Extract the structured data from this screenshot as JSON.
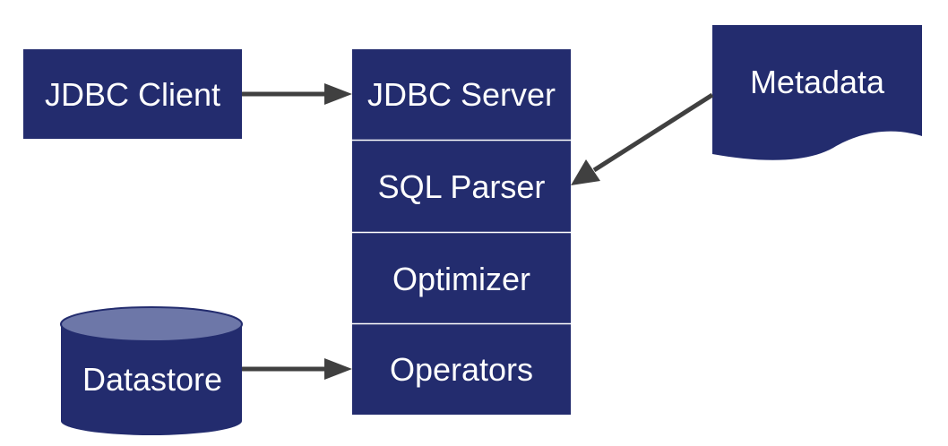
{
  "diagram": {
    "client_label": "JDBC Client",
    "server_stack": {
      "jdbc_server": "JDBC Server",
      "sql_parser": "SQL Parser",
      "optimizer": "Optimizer",
      "operators": "Operators"
    },
    "metadata_label": "Metadata",
    "datastore_label": "Datastore"
  },
  "colors": {
    "box_fill": "#232c6e",
    "box_divider": "#ffffff",
    "cylinder_top": "#6d77a8",
    "arrow": "#404040",
    "text": "#ffffff"
  }
}
